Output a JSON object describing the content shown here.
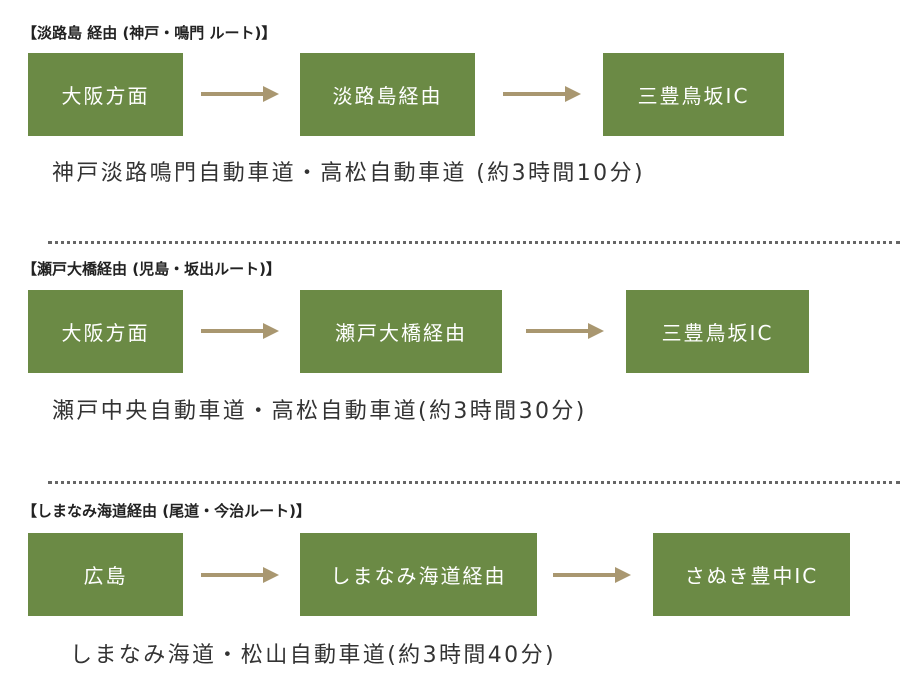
{
  "routes": [
    {
      "heading": "【淡路島 経由 (神戸・鳴門 ルート)】",
      "steps": [
        "大阪方面",
        "淡路島経由",
        "三豊鳥坂IC"
      ],
      "description": "神戸淡路鳴門自動車道・高松自動車道 (約3時間10分)"
    },
    {
      "heading": "【瀬戸大橋経由 (児島・坂出ルート)】",
      "steps": [
        "大阪方面",
        "瀬戸大橋経由",
        "三豊鳥坂IC"
      ],
      "description": "瀬戸中央自動車道・高松自動車道(約3時間30分)"
    },
    {
      "heading": "【しまなみ海道経由 (尾道・今治ルート)】",
      "steps": [
        "広島",
        "しまなみ海道経由",
        "さぬき豊中IC"
      ],
      "description": "しまなみ海道・松山自動車道(約3時間40分)"
    }
  ],
  "colors": {
    "box": "#6b8a45",
    "arrow": "#a99770",
    "divider": "#666666"
  },
  "icons": {
    "arrow": "arrow-right-icon"
  }
}
